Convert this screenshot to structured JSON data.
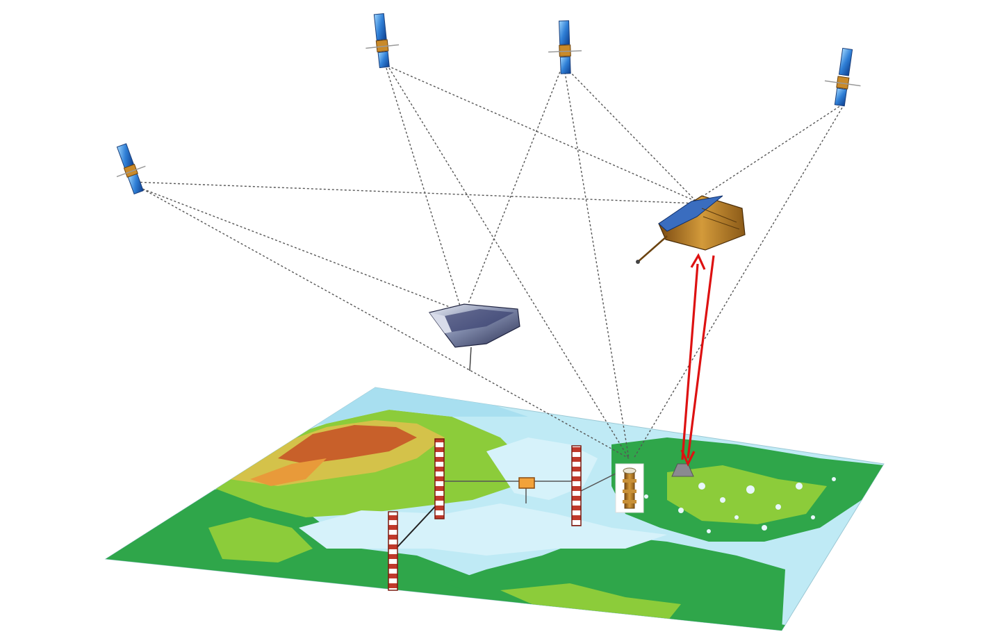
{
  "diagram": {
    "nodes": [
      {
        "id": "gnss-sat-1",
        "kind": "gnss-satellite"
      },
      {
        "id": "gnss-sat-2",
        "kind": "gnss-satellite"
      },
      {
        "id": "gnss-sat-3",
        "kind": "gnss-satellite"
      },
      {
        "id": "gnss-sat-4",
        "kind": "gnss-satellite"
      },
      {
        "id": "leo-gravity-satellite",
        "kind": "leo-satellite"
      },
      {
        "id": "altimetry-satellite",
        "kind": "altimetry-satellite"
      },
      {
        "id": "ground-gnss-station",
        "kind": "ground-station"
      },
      {
        "id": "tide-gauge-1",
        "kind": "tide-gauge"
      },
      {
        "id": "tide-gauge-2",
        "kind": "tide-gauge"
      },
      {
        "id": "tide-gauge-3",
        "kind": "tide-gauge"
      }
    ],
    "links": [
      [
        "gnss-sat-1",
        "altimetry-satellite"
      ],
      [
        "gnss-sat-1",
        "leo-gravity-satellite"
      ],
      [
        "gnss-sat-1",
        "ground-gnss-station"
      ],
      [
        "gnss-sat-2",
        "altimetry-satellite"
      ],
      [
        "gnss-sat-2",
        "leo-gravity-satellite"
      ],
      [
        "gnss-sat-2",
        "ground-gnss-station"
      ],
      [
        "gnss-sat-3",
        "altimetry-satellite"
      ],
      [
        "gnss-sat-3",
        "leo-gravity-satellite"
      ],
      [
        "gnss-sat-3",
        "ground-gnss-station"
      ],
      [
        "gnss-sat-4",
        "altimetry-satellite"
      ],
      [
        "gnss-sat-4",
        "ground-gnss-station"
      ]
    ],
    "colors": {
      "link": "#555555",
      "radar": "#dd1111",
      "sea": "#bfeaf5",
      "lowland": "#2fa64a",
      "midland": "#8ccc3a",
      "highland": "#c8602a",
      "gauge": "#c0392b"
    }
  }
}
